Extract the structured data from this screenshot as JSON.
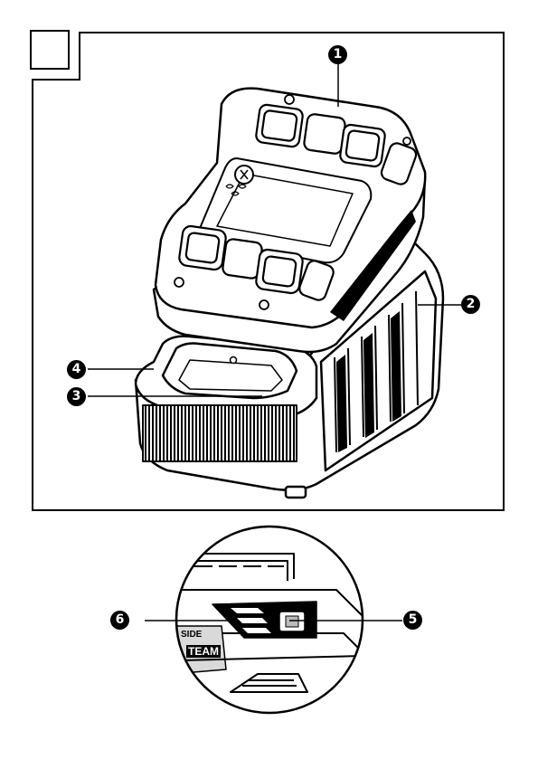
{
  "figure": {
    "callouts": {
      "c1": "1",
      "c2": "2",
      "c3": "3",
      "c4": "4",
      "c5": "5",
      "c6": "6"
    },
    "brand_text_line1": "SIDE",
    "brand_text_line2": "TEAM"
  },
  "colors": {
    "ink": "#000000",
    "paper": "#ffffff",
    "shade": "#d9d9d9",
    "dark_shade": "#555555"
  }
}
